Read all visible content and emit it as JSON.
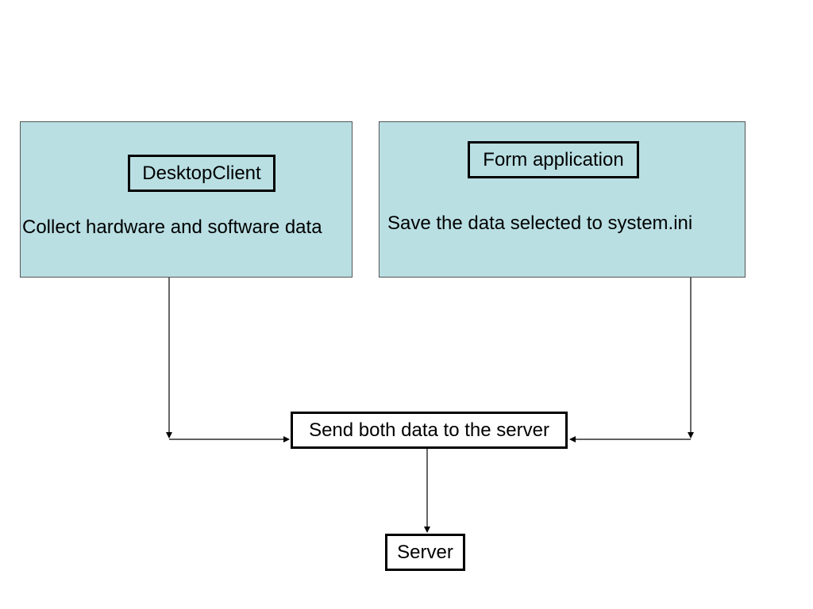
{
  "diagram": {
    "left_panel": {
      "title": "DesktopClient",
      "description": "Collect hardware and software data"
    },
    "right_panel": {
      "title": "Form application",
      "description": "Save the data selected to system.ini"
    },
    "send_step": "Send both data to the server",
    "server": "Server",
    "colors": {
      "panel_fill": "#b9dfe3",
      "panel_border": "#555555",
      "box_border": "#000000",
      "connector": "#000000"
    }
  }
}
